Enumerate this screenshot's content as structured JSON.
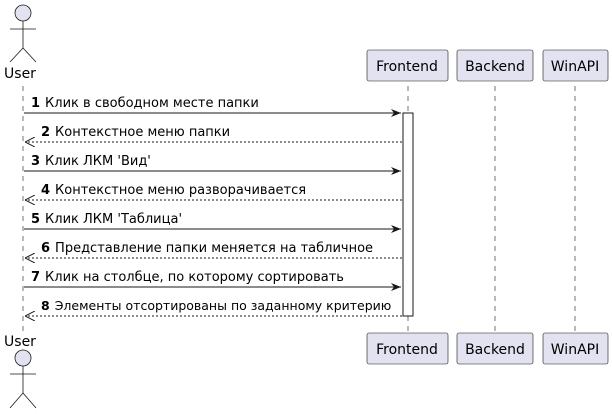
{
  "participants": [
    {
      "id": "user",
      "label": "User",
      "kind": "actor"
    },
    {
      "id": "frontend",
      "label": "Frontend",
      "kind": "participant"
    },
    {
      "id": "backend",
      "label": "Backend",
      "kind": "participant"
    },
    {
      "id": "winapi",
      "label": "WinAPI",
      "kind": "participant"
    }
  ],
  "messages": [
    {
      "num": "1",
      "text": "Клик в свободном месте папки",
      "from": "user",
      "to": "frontend",
      "dashed": false
    },
    {
      "num": "2",
      "text": "Контекстное меню папки",
      "from": "frontend",
      "to": "user",
      "dashed": true
    },
    {
      "num": "3",
      "text": "Клик ЛКМ 'Вид'",
      "from": "user",
      "to": "frontend",
      "dashed": false
    },
    {
      "num": "4",
      "text": "Контекстное меню разворачивается",
      "from": "frontend",
      "to": "user",
      "dashed": true
    },
    {
      "num": "5",
      "text": "Клик ЛКМ 'Таблица'",
      "from": "user",
      "to": "frontend",
      "dashed": false
    },
    {
      "num": "6",
      "text": "Представление папки меняется на табличное",
      "from": "frontend",
      "to": "user",
      "dashed": true
    },
    {
      "num": "7",
      "text": "Клик на столбце, по которому сортировать",
      "from": "user",
      "to": "frontend",
      "dashed": false
    },
    {
      "num": "8",
      "text": "Элементы отсортированы по заданному критерию",
      "from": "frontend",
      "to": "user",
      "dashed": true
    }
  ],
  "colors": {
    "box_fill": "#E2E2F0",
    "box_stroke": "#181818",
    "lifeline": "#181818",
    "text": "#000000",
    "background": "#FFFFFF"
  }
}
